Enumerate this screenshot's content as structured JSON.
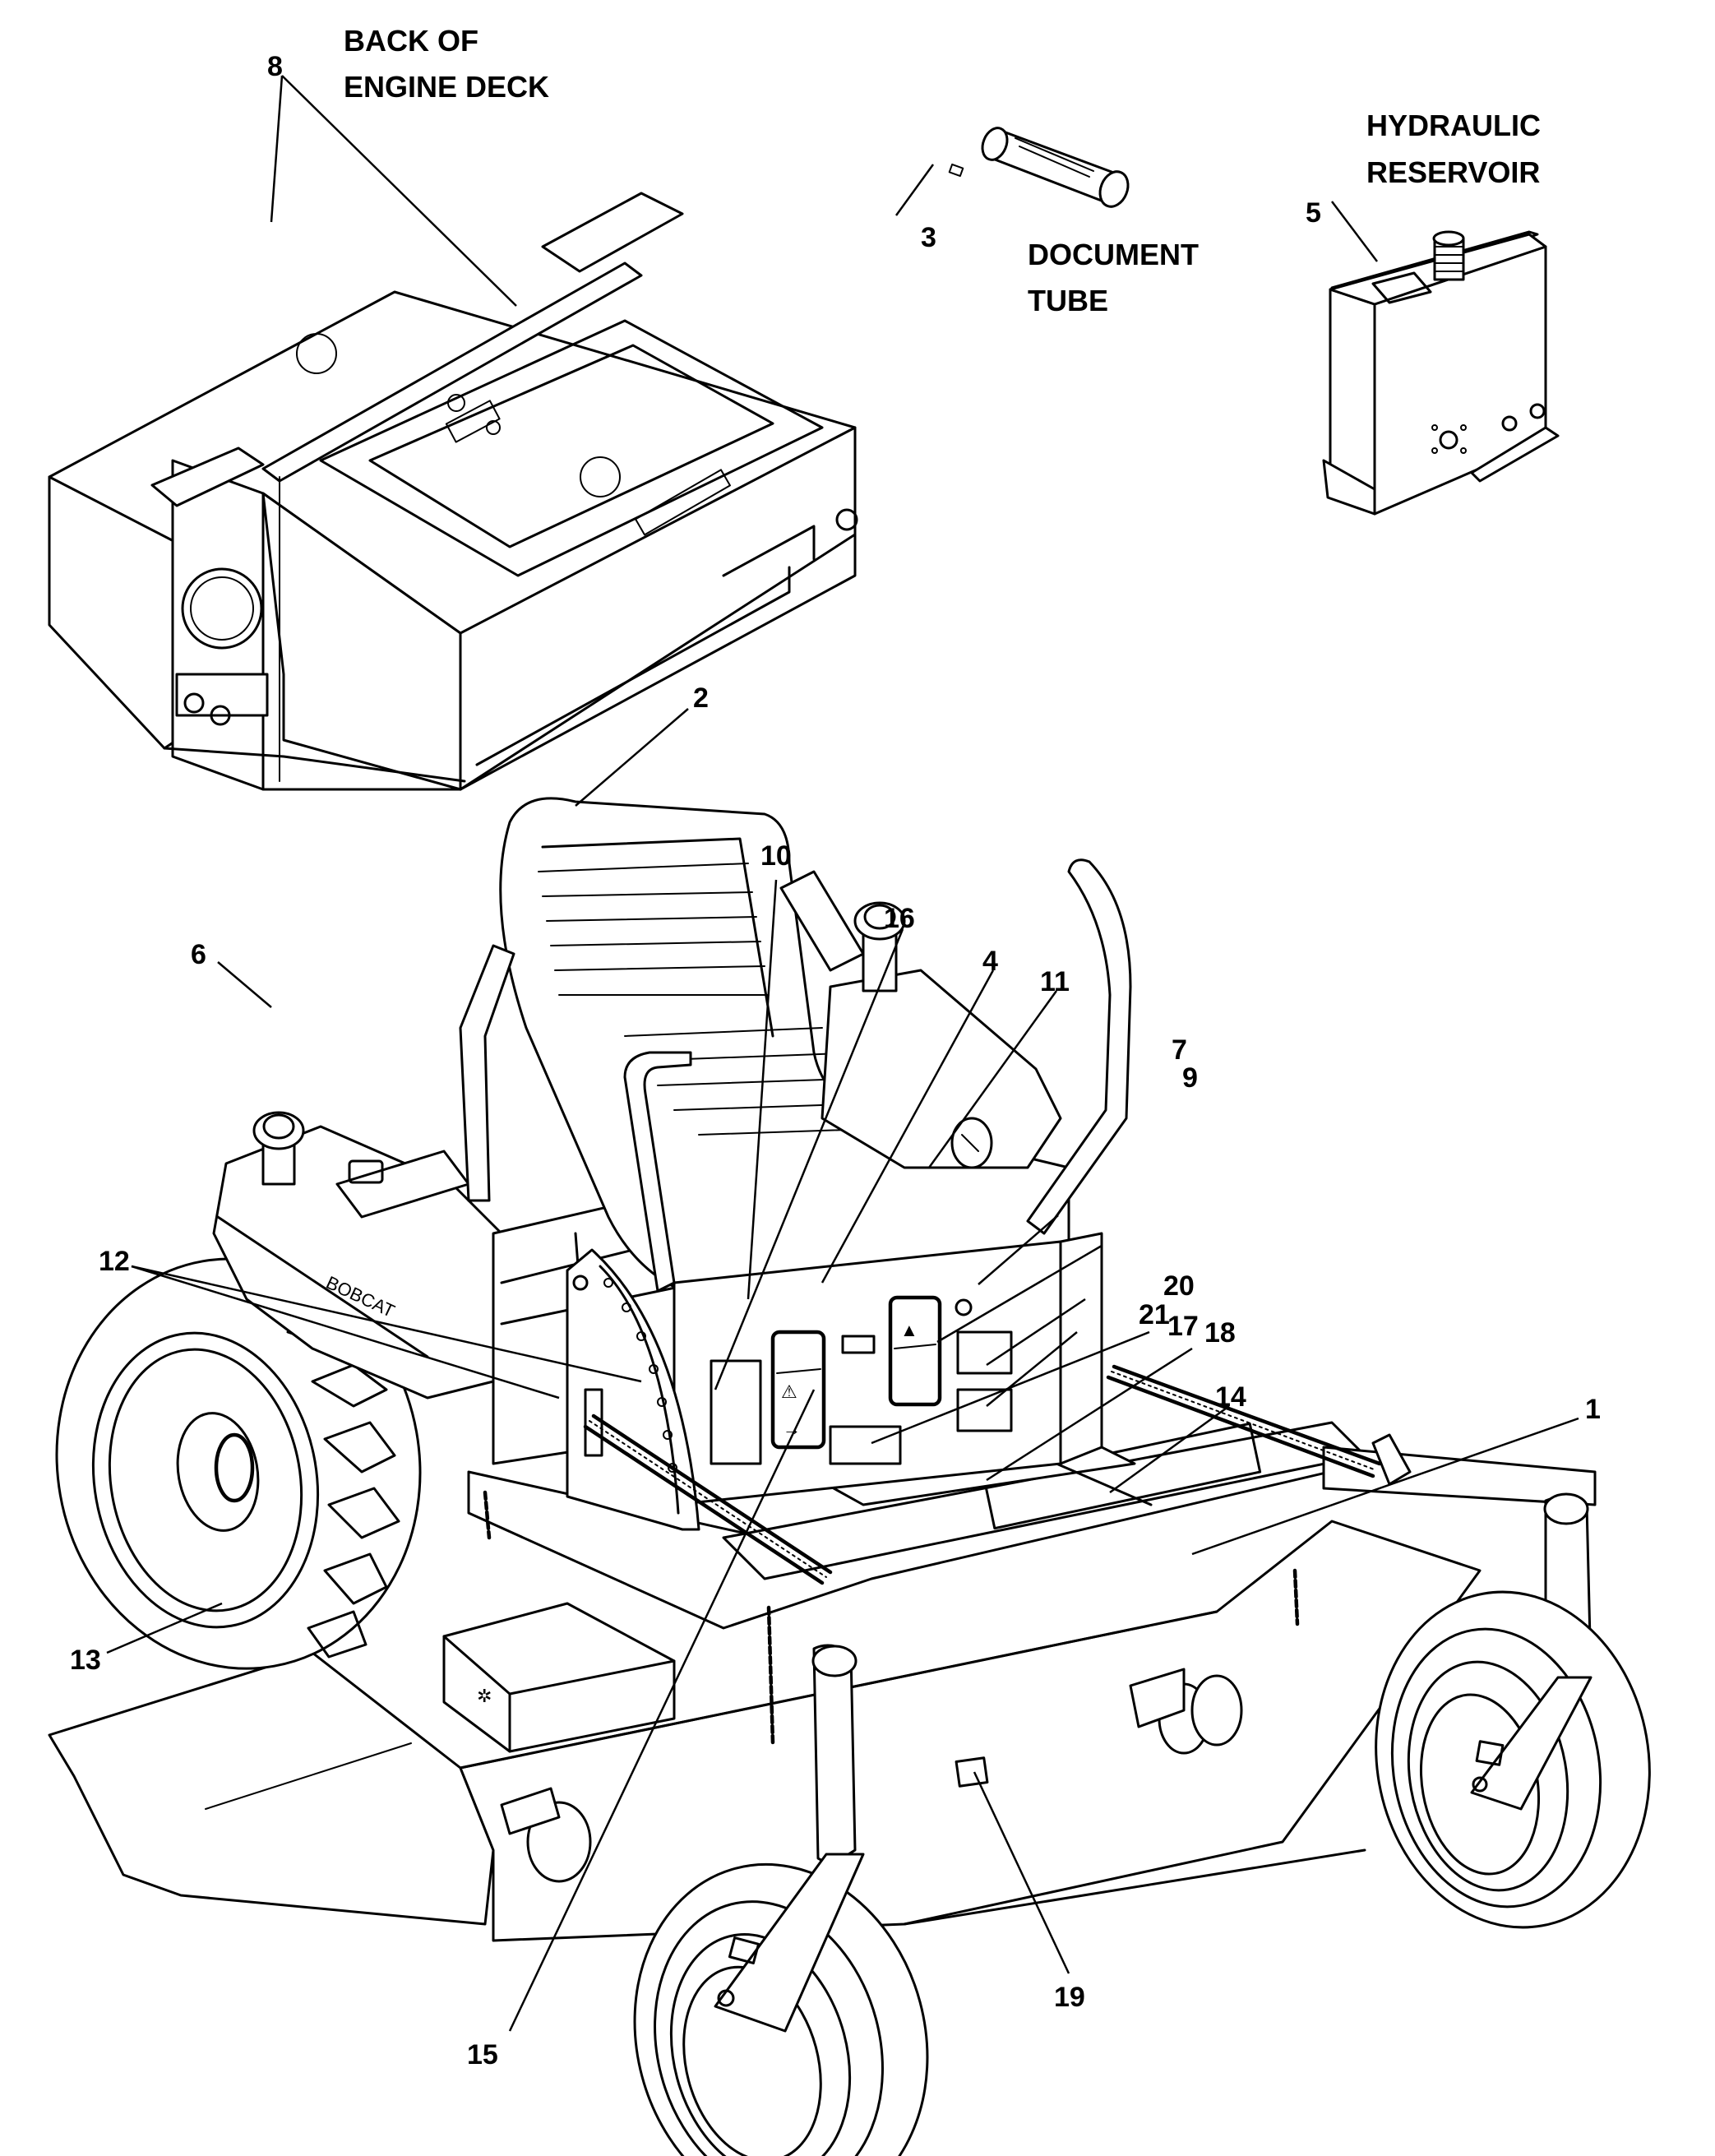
{
  "diagram": {
    "type": "parts-illustration",
    "subject": "Zero-turn riding mower decal locations",
    "brand_text": "BOBCAT",
    "captions": {
      "engine_deck": [
        "BACK OF",
        "ENGINE DECK"
      ],
      "document_tube": [
        "DOCUMENT",
        "TUBE"
      ],
      "hydraulic_reservoir": [
        "HYDRAULIC",
        "RESERVOIR"
      ]
    },
    "callouts": [
      {
        "id": "1",
        "label": "1"
      },
      {
        "id": "2",
        "label": "2"
      },
      {
        "id": "3",
        "label": "3"
      },
      {
        "id": "4",
        "label": "4"
      },
      {
        "id": "5",
        "label": "5"
      },
      {
        "id": "6",
        "label": "6"
      },
      {
        "id": "7",
        "label": "7"
      },
      {
        "id": "8",
        "label": "8"
      },
      {
        "id": "9",
        "label": "9"
      },
      {
        "id": "10",
        "label": "10"
      },
      {
        "id": "11",
        "label": "11"
      },
      {
        "id": "12",
        "label": "12"
      },
      {
        "id": "13",
        "label": "13"
      },
      {
        "id": "14",
        "label": "14"
      },
      {
        "id": "15",
        "label": "15"
      },
      {
        "id": "16",
        "label": "16"
      },
      {
        "id": "17",
        "label": "17"
      },
      {
        "id": "18",
        "label": "18"
      },
      {
        "id": "19",
        "label": "19"
      },
      {
        "id": "20",
        "label": "20"
      },
      {
        "id": "21",
        "label": "21"
      }
    ]
  }
}
